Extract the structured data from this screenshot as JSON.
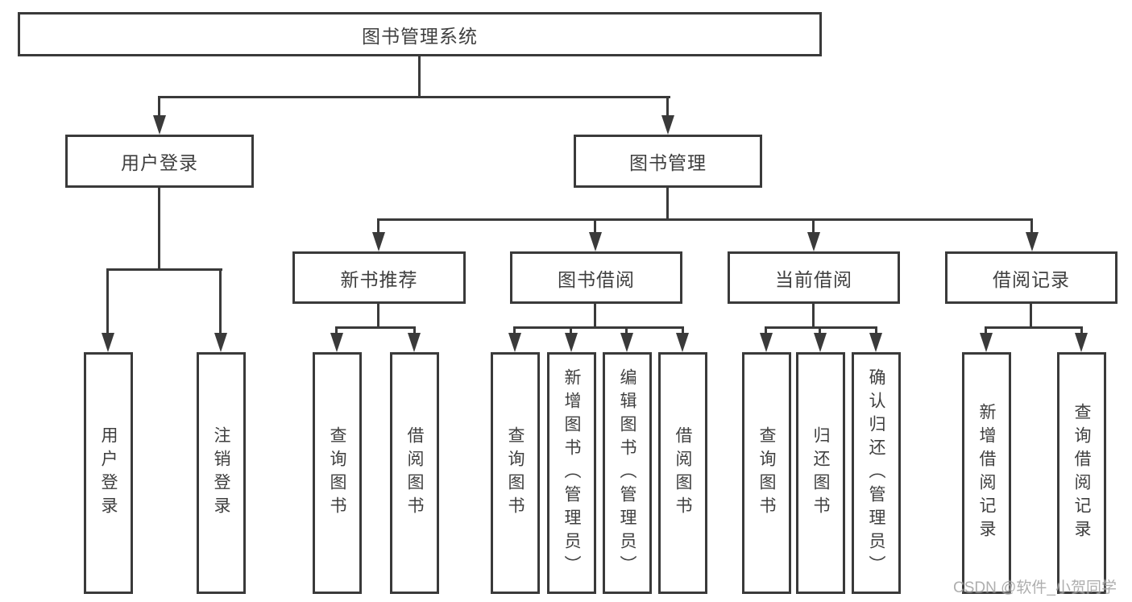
{
  "diagram": {
    "root": "图书管理系统",
    "level2": {
      "login": "用户登录",
      "management": "图书管理"
    },
    "level3": {
      "new_books": "新书推荐",
      "book_borrow": "图书借阅",
      "current_borrow": "当前借阅",
      "borrow_records": "借阅记录"
    },
    "leaves": {
      "login": [
        "用户登录",
        "注销登录"
      ],
      "new_books": [
        "查询图书",
        "借阅图书"
      ],
      "book_borrow": [
        "查询图书",
        "新增图书（管理员）",
        "编辑图书（管理员）",
        "借阅图书"
      ],
      "current_borrow": [
        "查询图书",
        "归还图书",
        "确认归还（管理员）"
      ],
      "borrow_records": [
        "新增借阅记录",
        "查询借阅记录"
      ]
    },
    "colors": {
      "line": "#3a3a3a",
      "text": "#3f3f3f",
      "background": "#ffffff",
      "watermark": "#a0a0a0"
    },
    "icons": {
      "arrow_down": "filled triangle arrowhead"
    },
    "watermark": "CSDN @软件_小贺同学"
  }
}
